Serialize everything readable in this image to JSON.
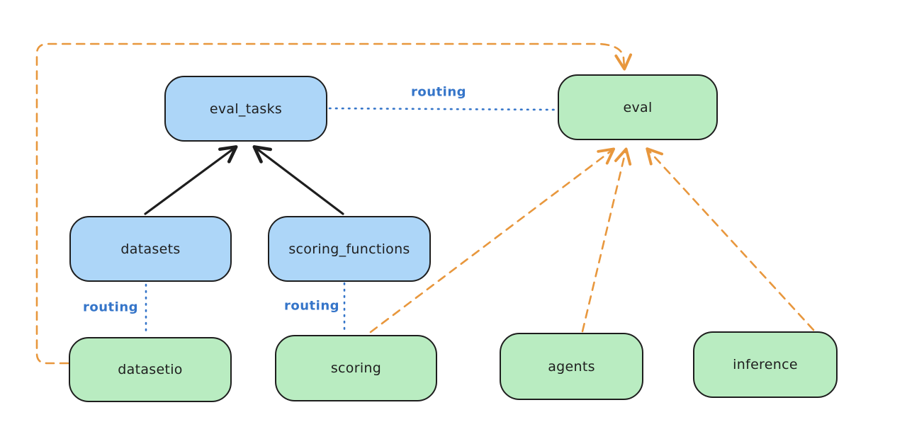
{
  "colors": {
    "api_node_fill": "#add6f8",
    "provider_node_fill": "#b9ecc1",
    "node_border": "#1e1e1e",
    "routing_color": "#3575c9",
    "orange": "#e8973d",
    "black_arrow": "#1e1e1e",
    "background": "#ffffff"
  },
  "nodes": {
    "eval_tasks": {
      "label": "eval_tasks",
      "kind": "api"
    },
    "eval": {
      "label": "eval",
      "kind": "provider"
    },
    "datasets": {
      "label": "datasets",
      "kind": "api"
    },
    "scoring_functions": {
      "label": "scoring_functions",
      "kind": "api"
    },
    "datasetio": {
      "label": "datasetio",
      "kind": "provider"
    },
    "scoring": {
      "label": "scoring",
      "kind": "provider"
    },
    "agents": {
      "label": "agents",
      "kind": "provider"
    },
    "inference": {
      "label": "inference",
      "kind": "provider"
    }
  },
  "edges": {
    "eval_tasks_to_eval": {
      "label": "routing",
      "style": "dotted-blue"
    },
    "datasets_to_datasetio": {
      "label": "routing",
      "style": "dotted-blue"
    },
    "scoring_functions_to_scoring": {
      "label": "routing",
      "style": "dotted-blue"
    },
    "datasets_to_eval_tasks": {
      "style": "solid-black-arrow"
    },
    "scoring_functions_to_eval_tasks": {
      "style": "solid-black-arrow"
    },
    "datasetio_to_eval": {
      "style": "dashed-orange-arrow"
    },
    "scoring_to_eval": {
      "style": "dashed-orange-arrow"
    },
    "agents_to_eval": {
      "style": "dashed-orange-arrow"
    },
    "inference_to_eval": {
      "style": "dashed-orange-arrow"
    }
  }
}
